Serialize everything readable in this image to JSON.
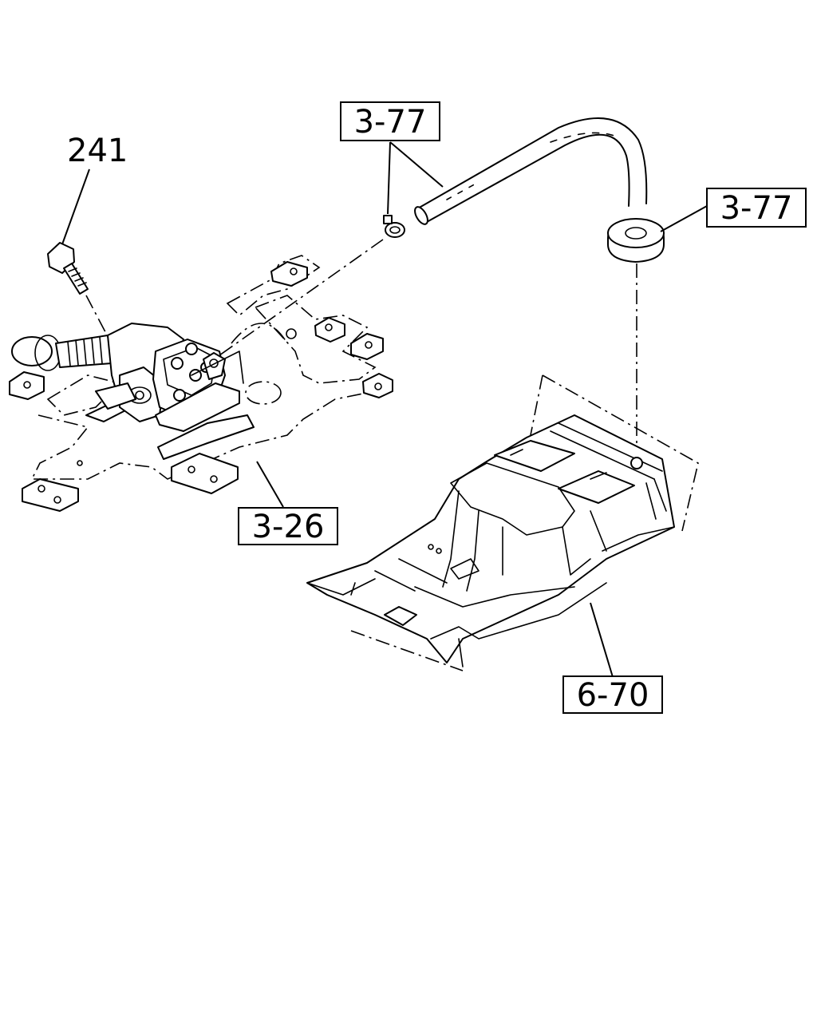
{
  "callouts": {
    "bolt_part_number": "241",
    "hose_ref": "3-77",
    "grommet_ref": "3-77",
    "pump_bracket_ref": "3-26",
    "floor_panel_ref": "6-70"
  }
}
